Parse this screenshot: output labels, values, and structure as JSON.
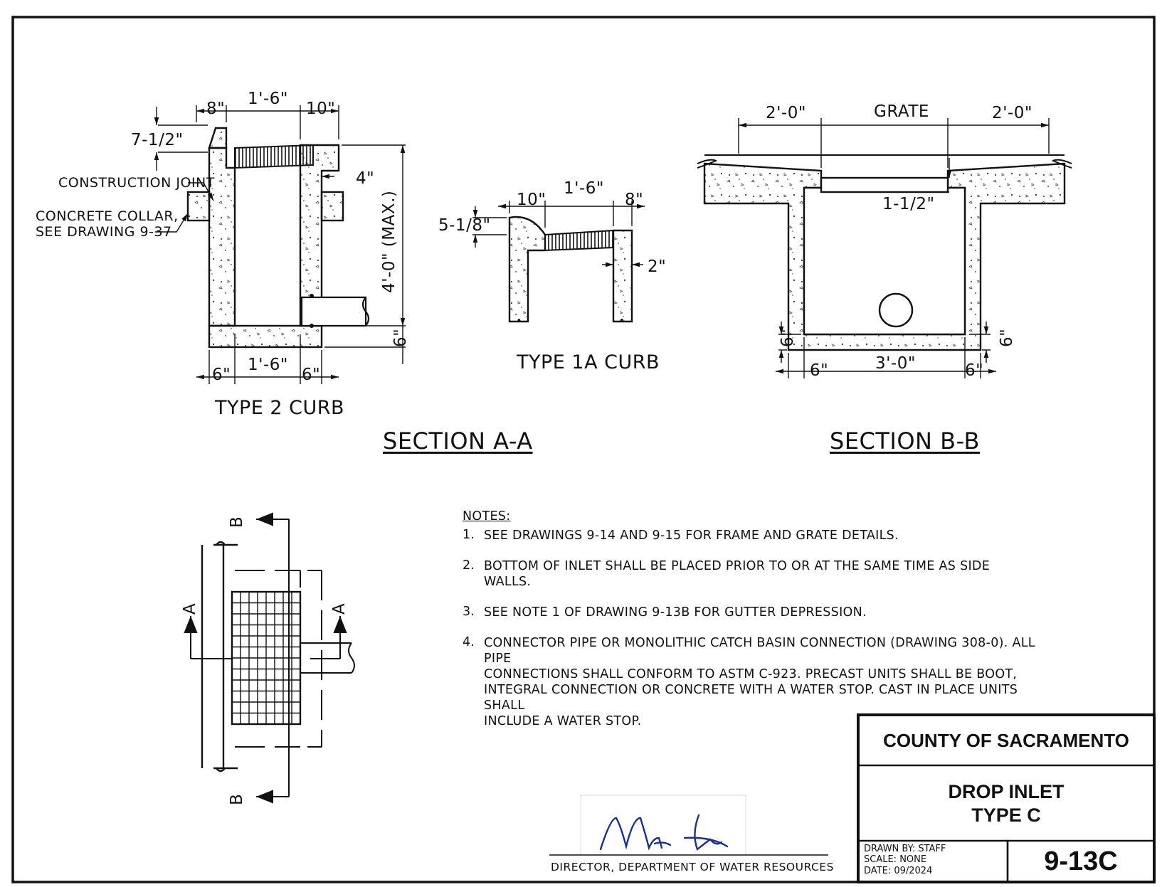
{
  "drawing": {
    "type2_curb": {
      "title": "TYPE 2 CURB",
      "dims": {
        "top_left": "8\"",
        "top_mid": "1'-6\"",
        "top_right": "10\"",
        "left": "7-1/2\"",
        "right_small": "4\"",
        "height": "4'-0\" (MAX.)",
        "base": "6\"",
        "bot_left": "6\"",
        "bot_mid": "1'-6\"",
        "bot_right": "6\""
      },
      "callouts": {
        "joint": "CONSTRUCTION JOINT",
        "collar_1": "CONCRETE COLLAR,",
        "collar_2": "SEE DRAWING 9-37"
      }
    },
    "type1a_curb": {
      "title": "TYPE 1A CURB",
      "dims": {
        "left": "10\"",
        "mid": "1'-6\"",
        "right": "8\"",
        "height": "5-1/8\"",
        "side": "2\""
      }
    },
    "section_aa": "SECTION A-A",
    "section_bb": {
      "title": "SECTION B-B",
      "dims": {
        "left": "2'-0\"",
        "grate": "GRATE",
        "right": "2'-0\"",
        "frame": "1-1/2\"",
        "base_left": "6\"",
        "base_right": "6\"",
        "bot_left": "6\"",
        "bot_mid": "3'-0\"",
        "bot_right": "6\""
      }
    },
    "plan": {
      "cut_a": "A",
      "cut_b": "B"
    }
  },
  "notes": {
    "heading": "NOTES:",
    "items": [
      {
        "num": "1.",
        "text": "SEE DRAWINGS 9-14 AND 9-15 FOR FRAME AND GRATE DETAILS."
      },
      {
        "num": "2.",
        "text": "BOTTOM OF INLET SHALL BE PLACED PRIOR TO OR AT THE SAME TIME AS SIDE WALLS."
      },
      {
        "num": "3.",
        "text": "SEE NOTE 1 OF DRAWING 9-13B FOR   GUTTER DEPRESSION."
      },
      {
        "num": "4.",
        "text": "CONNECTOR PIPE OR MONOLITHIC CATCH BASIN CONNECTION (DRAWING 308-0). ALL PIPE\nCONNECTIONS SHALL CONFORM TO ASTM C-923. PRECAST UNITS SHALL BE BOOT,\nINTEGRAL CONNECTION OR CONCRETE WITH A WATER STOP.  CAST IN PLACE UNITS SHALL\nINCLUDE A WATER STOP."
      }
    ]
  },
  "signature": {
    "caption": "DIRECTOR, DEPARTMENT OF WATER RESOURCES"
  },
  "title_block": {
    "agency": "COUNTY OF SACRAMENTO",
    "title_1": "DROP INLET",
    "title_2": "TYPE C",
    "drawn_by": "DRAWN BY: STAFF",
    "scale": "SCALE: NONE",
    "date": "DATE: 09/2024",
    "sheet_no": "9-13C"
  }
}
